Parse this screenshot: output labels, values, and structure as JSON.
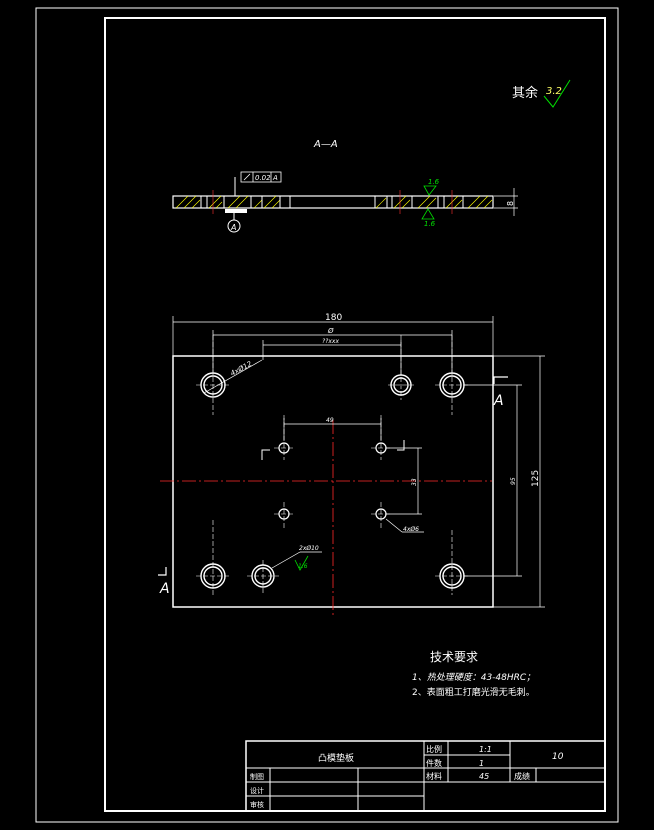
{
  "roughness_note": {
    "label": "其余",
    "value": "3.2"
  },
  "section": {
    "label": "A—A",
    "thickness": "8"
  },
  "section_view": {
    "flatness_tolerance": "0.02",
    "datum": "A",
    "roughness_top": "1.6",
    "roughness_bottom": "1.6",
    "datum_marker": "A"
  },
  "plan_view": {
    "dims": {
      "overall_width": "180",
      "hole_pitch_x": "Ø",
      "inner_pitch": "??xxx",
      "center_pitch_x": "49",
      "center_pitch_y": "33",
      "hole_pitch_y": "95",
      "overall_height": "125"
    },
    "callouts": {
      "large_holes": "4xØ12",
      "counterbore": "2xØ10",
      "counterbore_roughness": "1.6",
      "small_holes": "4xØ6"
    },
    "section_marks": {
      "right": "A",
      "left": "A"
    }
  },
  "tech_requirements": {
    "title": "技术要求",
    "items": [
      "1、热处理硬度：43-48HRC；",
      "2、表面粗工打磨光滑无毛刺。"
    ]
  },
  "title_block": {
    "part_name": "凸模垫板",
    "scale_label": "比例",
    "scale_value": "1:1",
    "qty_label": "件数",
    "qty_value": "1",
    "material_label": "材料",
    "material_value": "45",
    "drawing_no": "10",
    "score_label": "成绩",
    "drawn_label": "制图",
    "designed_label": "设计",
    "checked_label": "审核"
  }
}
